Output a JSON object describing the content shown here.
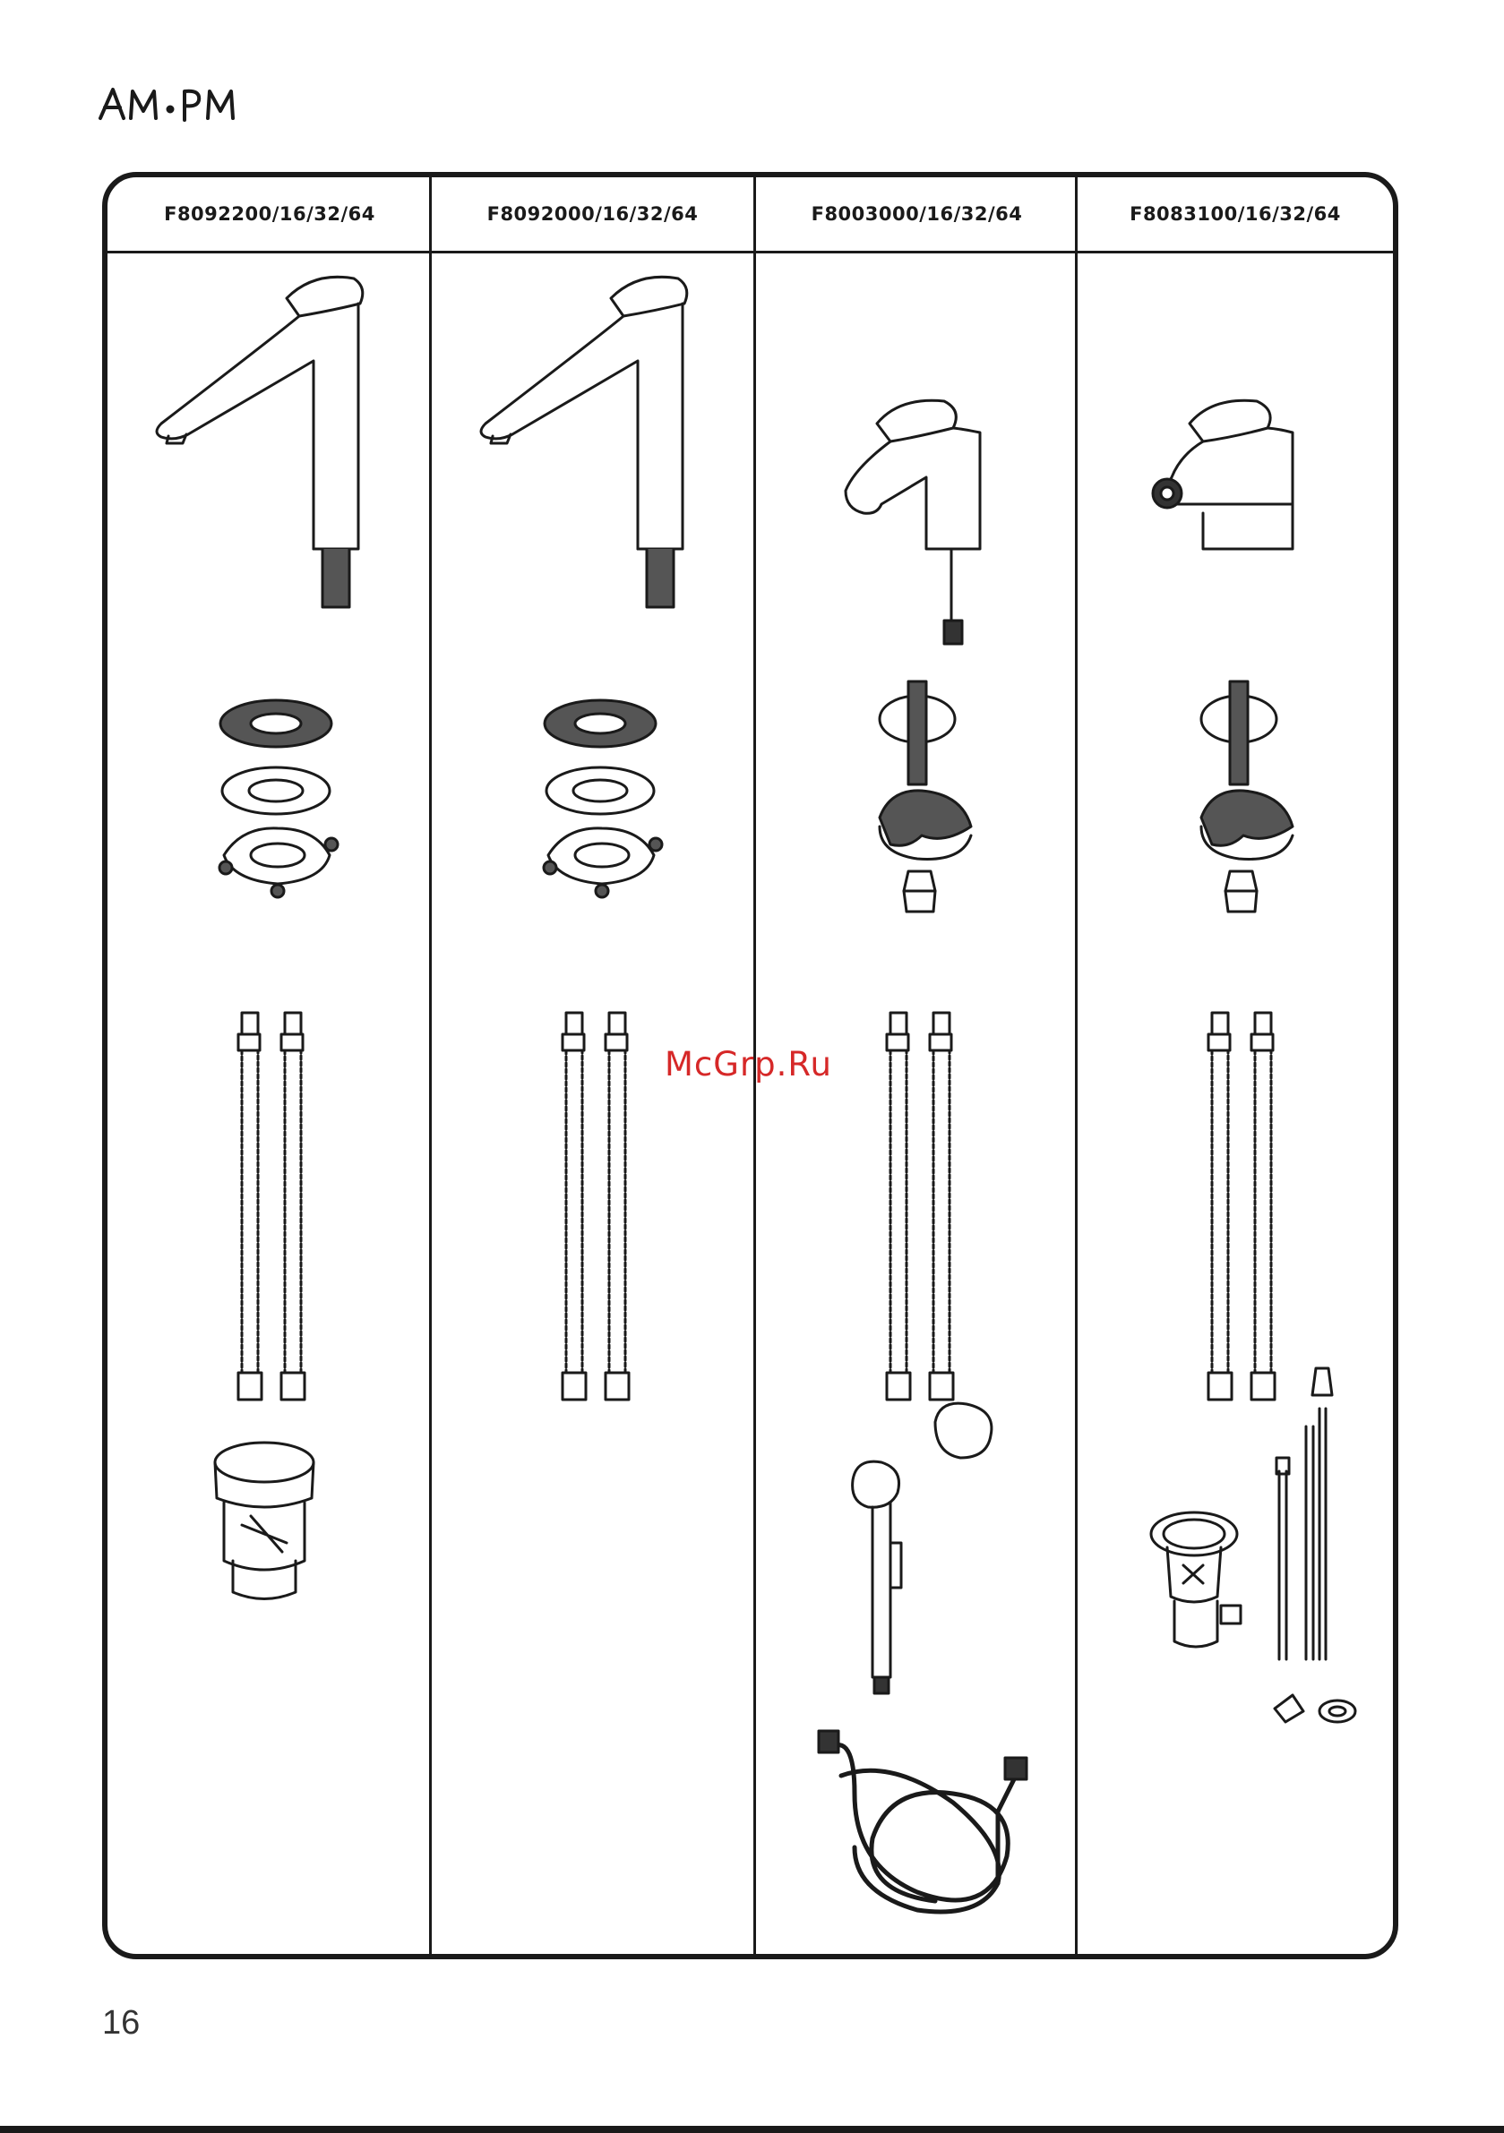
{
  "brand": {
    "logo_text": "AM·PM"
  },
  "columns": [
    {
      "model": "F8092200/16/32/64"
    },
    {
      "model": "F8092000/16/32/64"
    },
    {
      "model": "F8003000/16/32/64"
    },
    {
      "model": "F8083100/16/32/64"
    }
  ],
  "watermark": "McGrp.Ru",
  "page_number": "16",
  "colors": {
    "line": "#1a1a1a",
    "watermark": "#d62828",
    "background": "#ffffff"
  }
}
